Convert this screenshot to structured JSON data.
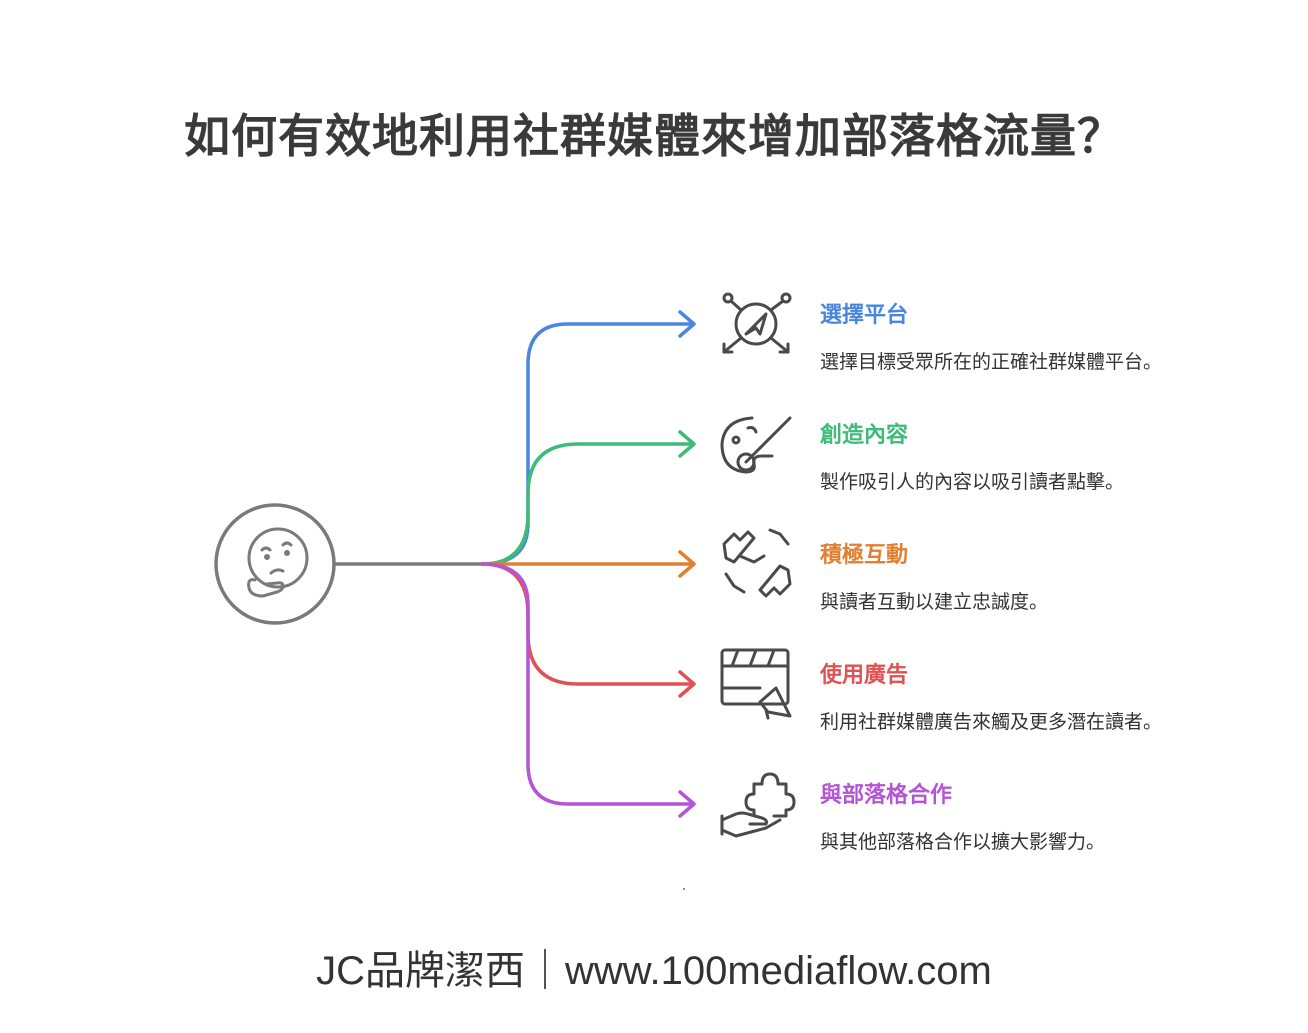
{
  "title": "如何有效地利用社群媒體來增加部落格流量？",
  "center": {
    "icon": "thinking-face-icon",
    "color": "#7a7a7a"
  },
  "branches": [
    {
      "title": "選擇平台",
      "desc": "選擇目標受眾所在的正確社群媒體平台。",
      "color": "#4a86e0",
      "icon": "navigation-target-icon"
    },
    {
      "title": "創造內容",
      "desc": "製作吸引人的內容以吸引讀者點擊。",
      "color": "#3dbb78",
      "icon": "palette-brush-icon"
    },
    {
      "title": "積極互動",
      "desc": "與讀者互動以建立忠誠度。",
      "color": "#e08030",
      "icon": "handshake-icon"
    },
    {
      "title": "使用廣告",
      "desc": "利用社群媒體廣告來觸及更多潛在讀者。",
      "color": "#e05252",
      "icon": "video-megaphone-icon"
    },
    {
      "title": "與部落格合作",
      "desc": "與其他部落格合作以擴大影響力。",
      "color": "#b455d8",
      "icon": "puzzle-hand-icon"
    }
  ],
  "footer": "JC品牌潔西｜www.100mediaflow.com"
}
